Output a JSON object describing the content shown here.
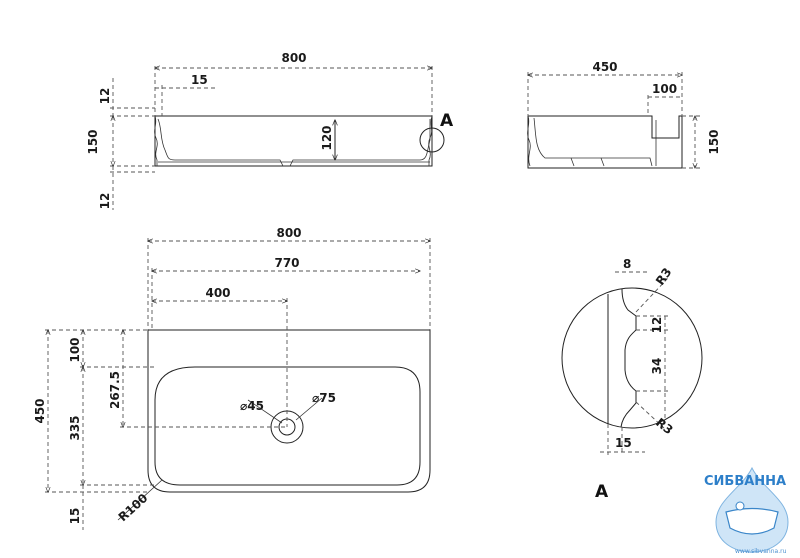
{
  "front_view": {
    "width": "800",
    "rim_offset": "15",
    "top_thickness": "12",
    "height": "150",
    "bottom_thickness": "12",
    "basin_depth": "120",
    "detail_marker": "A"
  },
  "side_view": {
    "depth": "450",
    "back_shelf": "100",
    "height": "150"
  },
  "plan_view": {
    "outer_width": "800",
    "inner_width": "770",
    "drain_offset_x": "400",
    "depth": "450",
    "shelf_depth": "100",
    "drain_offset_y": "267.5",
    "basin_depth": "335",
    "front_margin": "15",
    "corner_radius": "R100",
    "drain_inner": "⌀45",
    "drain_outer": "⌀75"
  },
  "detail_a": {
    "top_width": "8",
    "radius_top": "R3",
    "lip_12": "12",
    "groove_34": "34",
    "bottom_width": "15",
    "radius_bottom": "R3",
    "label": "A"
  },
  "logo": {
    "name": "СИБВАННА",
    "url": "www.sibvanna.ru"
  }
}
